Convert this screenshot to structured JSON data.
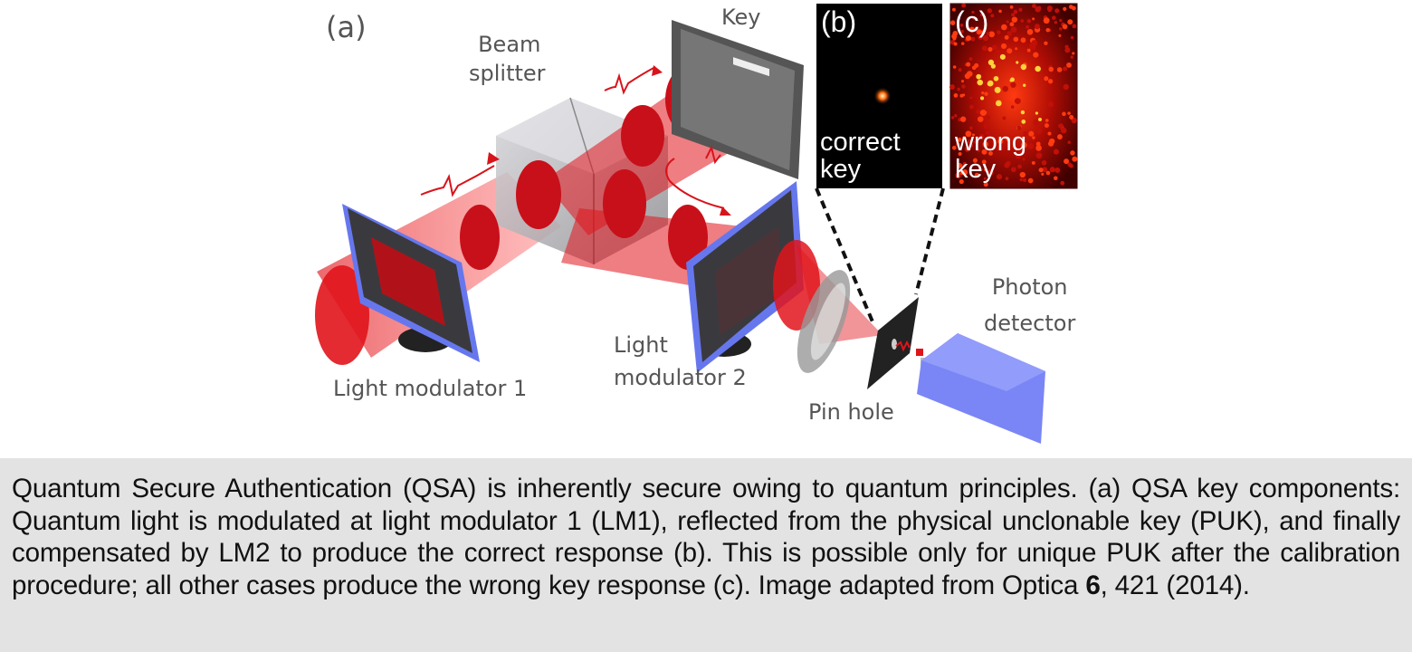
{
  "figure": {
    "panel_a_label": "(a)",
    "labels": {
      "beam_splitter": [
        "Beam",
        "splitter"
      ],
      "key": "Key",
      "light_modulator_1": "Light modulator 1",
      "light_modulator_2": [
        "Light",
        "modulator 2"
      ],
      "pin_hole": "Pin hole",
      "photon_detector": [
        "Photon",
        "detector"
      ]
    },
    "panel_b": {
      "label": "(b)",
      "text": [
        "correct",
        "key"
      ]
    },
    "panel_c": {
      "label": "(c)",
      "text": [
        "wrong",
        "key"
      ]
    },
    "colors": {
      "beam": "#e0141b",
      "modulator_frame": "#6677ee",
      "detector": "#7a86f5",
      "label_text": "#555555"
    }
  },
  "caption": {
    "part1": "Quantum Secure Authentication (QSA) is inherently secure owing to quantum principles. (a) QSA key components: Quantum light is modulated at light modulator 1 (LM1), reflected from the physical unclonable key (PUK), and finally compensated by LM2 to produce the correct response (b). This is possible only for unique PUK after the calibration procedure; all other cases produce the wrong key response (c). Image adapted from Optica ",
    "bold_volume": "6",
    "part2": ", 421 (2014)."
  }
}
